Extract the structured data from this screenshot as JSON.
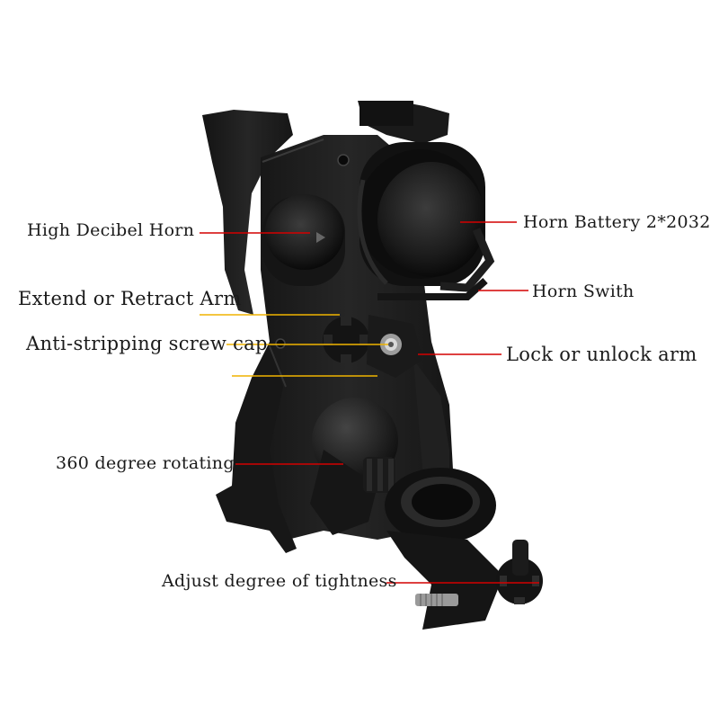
{
  "labels": {
    "high_decibel_horn": "High Decibel Horn",
    "horn_battery": "Horn Battery 2*2032",
    "horn_switch": "Horn Swith",
    "extend_retract_arm": "Extend or Retract Arm",
    "anti_stripping_cap": "Anti-stripping screw cap",
    "lock_unlock_arm": "Lock or unlock arm",
    "rotating_360": "360 degree rotating",
    "adjust_tightness": "Adjust degree of tightness"
  },
  "colors": {
    "background": "#ffffff",
    "product_body": "#1c1c1c",
    "product_dark": "#0e0e0e",
    "product_highlight": "#3a3a3a",
    "leader_red": "#d40000",
    "leader_yellow": "#f0b400",
    "text": "#1a1a1a"
  }
}
